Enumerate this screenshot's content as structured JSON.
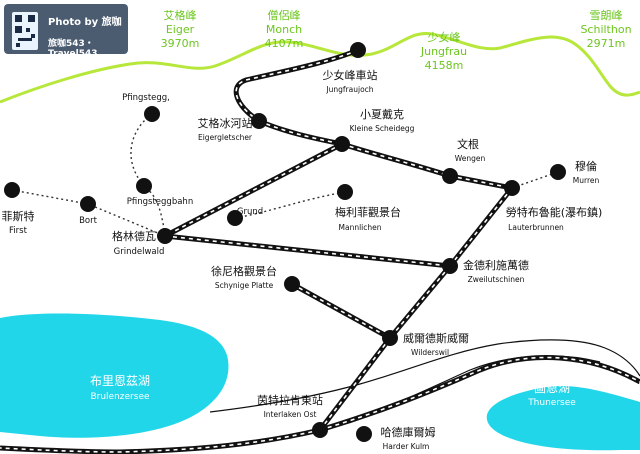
{
  "watermark": {
    "line1": "Photo by 旅咖",
    "line2": "旅咖543・Travel543"
  },
  "colors": {
    "ridge": "#b6e73a",
    "peak": "#6cc61e",
    "lake": "#22d6ea",
    "rail": "#111111"
  },
  "peaks": {
    "eiger": {
      "zh": "艾格峰",
      "en": "Eiger",
      "alt": "3970m"
    },
    "monch": {
      "zh": "僧侶峰",
      "en": "Monch",
      "alt": "4107m"
    },
    "jungfrau": {
      "zh": "少女峰",
      "en": "Jungfrau",
      "alt": "4158m"
    },
    "schilthorn": {
      "zh": "雪朗峰",
      "en": "Schilthon",
      "alt": "2971m"
    }
  },
  "stations": {
    "jungfraujoch": {
      "zh": "少女峰車站",
      "en": "Jungfraujoch"
    },
    "eigergletscher": {
      "zh": "艾格冰河站",
      "en": "Eigergletscher"
    },
    "kleine_scheidegg": {
      "zh": "小夏戴克",
      "en": "Kleine Scheidegg"
    },
    "wengen": {
      "zh": "文根",
      "en": "Wengen"
    },
    "murren": {
      "zh": "穆倫",
      "en": "Murren"
    },
    "lauterbrunnen": {
      "zh": "勞特布魯能(瀑布鎮)",
      "en": "Lauterbrunnen"
    },
    "pfingstegg": {
      "en": "Pfingstegg,"
    },
    "pfingsteggbahn": {
      "en": "Pfingsteggbahn"
    },
    "first": {
      "zh": "菲斯特",
      "en": "First"
    },
    "bort": {
      "en": "Bort"
    },
    "grindelwald": {
      "zh": "格林德瓦",
      "en": "Grindelwald"
    },
    "grund": {
      "en": "Grund"
    },
    "mannlichen": {
      "zh": "梅利菲觀景台",
      "en": "Mannlichen"
    },
    "zweilutschinen": {
      "zh": "金德利施萬德",
      "en": "Zweilutschinen"
    },
    "schynige_platte": {
      "zh": "徐尼格觀景台",
      "en": "Schynige Platte"
    },
    "wilderswil": {
      "zh": "威爾德斯威爾",
      "en": "Wilderswil"
    },
    "interlaken_ost": {
      "zh": "茵特拉肯東站",
      "en": "Interlaken Ost"
    },
    "harder_kulm": {
      "zh": "哈德庫爾姆",
      "en": "Harder Kulm"
    }
  },
  "lakes": {
    "brienz": {
      "zh": "布里恩茲湖",
      "en": "Brulenzersee"
    },
    "thun": {
      "zh": "圖恩湖",
      "en": "Thunersee"
    }
  }
}
